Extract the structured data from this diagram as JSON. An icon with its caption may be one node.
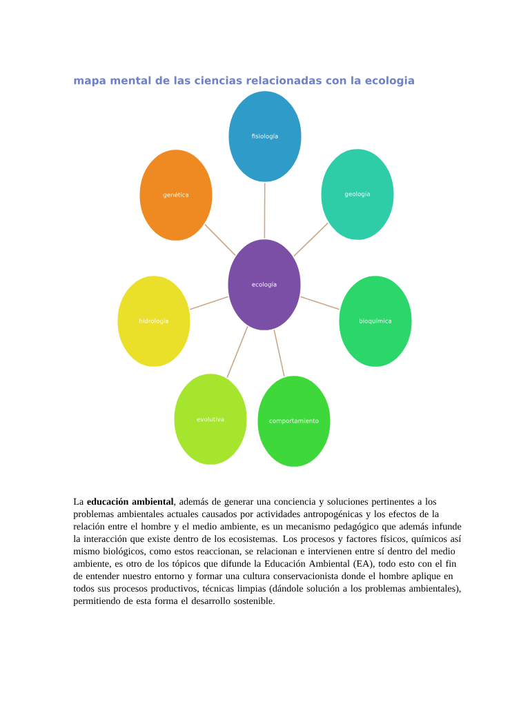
{
  "diagram": {
    "title": "mapa mental de las ciencias relacionadas con la ecologia",
    "nodes": [
      {
        "text": [
          "ecología"
        ]
      },
      {
        "text": [
          "fisiología"
        ]
      },
      {
        "text": [
          "geologia"
        ]
      },
      {
        "text": [
          "bioquímica"
        ]
      },
      {
        "text": [
          "comportamiento"
        ]
      },
      {
        "text": [
          "evolutiva"
        ]
      },
      {
        "text": [
          "hidrología"
        ]
      },
      {
        "text": [
          "genética"
        ]
      }
    ],
    "edges": [
      {
        "from": 0,
        "to": 1,
        "arrow": "none"
      },
      {
        "from": 0,
        "to": 2,
        "arrow": "none"
      },
      {
        "from": 0,
        "to": 3,
        "arrow": "none"
      },
      {
        "from": 0,
        "to": 4,
        "arrow": "none"
      },
      {
        "from": 0,
        "to": 5,
        "arrow": "none"
      },
      {
        "from": 0,
        "to": 6,
        "arrow": "none"
      },
      {
        "from": 0,
        "to": 7,
        "arrow": "none"
      }
    ],
    "labels": [
      "La **educación ambiental**, además de generar una conciencia y soluciones pertinentes a los problemas ambientales actuales causados por actividades antropogénicas y los efectos de la relación entre el hombre y el medio ambiente, es un mecanismo pedagógico que además infunde la interacción que existe dentro de los ecosistemas. Los procesos y factores físicos, químicos así mismo biológicos, como estos reaccionan, se relacionan e intervienen entre sí dentro del medio ambiente, es otro de los tópicos que difunde la Educación Ambiental (EA), todo esto con el fin de entender nuestro entorno y formar una cultura conservacionista donde el hombre aplique en todos sus procesos productivos, técnicas limpias (dándole solución a los problemas ambientales), permitiendo de esta forma el desarrollo sostenible."
    ]
  }
}
